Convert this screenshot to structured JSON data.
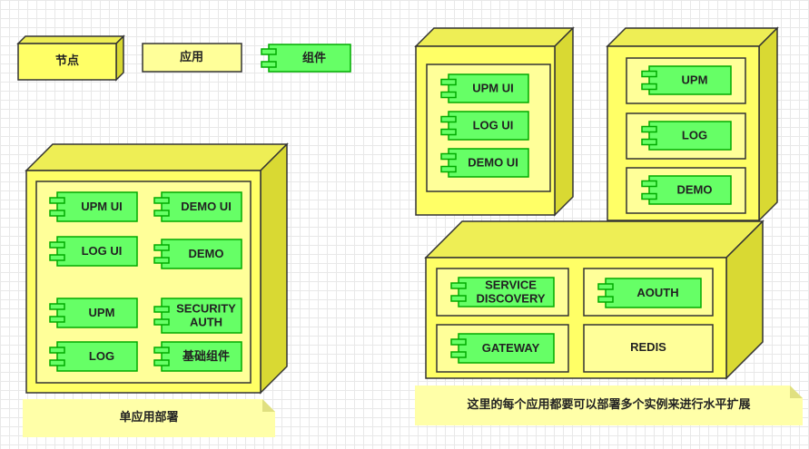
{
  "legend": {
    "node": "节点",
    "app": "应用",
    "component": "组件"
  },
  "single": {
    "caption": "单应用部署",
    "components": {
      "upm_ui": "UPM UI",
      "demo_ui": "DEMO UI",
      "log_ui": "LOG UI",
      "demo": "DEMO",
      "upm": "UPM",
      "security_auth": [
        "SECURITY",
        "AUTH"
      ],
      "log": "LOG",
      "base": "基础组件"
    }
  },
  "ui_node": {
    "components": {
      "upm_ui": "UPM UI",
      "log_ui": "LOG UI",
      "demo_ui": "DEMO UI"
    }
  },
  "service_node": {
    "apps": {
      "upm": "UPM",
      "log": "LOG",
      "demo": "DEMO"
    }
  },
  "infra_node": {
    "service_discovery": [
      "SERVICE",
      "DISCOVERY"
    ],
    "aouth": "AOUTH",
    "gateway": "GATEWAY",
    "redis": "REDIS"
  },
  "note": "这里的每个应用都要可以部署多个实例来进行水平扩展",
  "colors": {
    "node_face": "#ffff66",
    "node_side": "#d9d933",
    "node_top": "#eeee55",
    "app_fill": "#ffff99",
    "component_fill": "#66ff66",
    "component_stroke": "#00aa00",
    "note_fill": "#ffffa8",
    "note_fold": "#e0e080"
  }
}
